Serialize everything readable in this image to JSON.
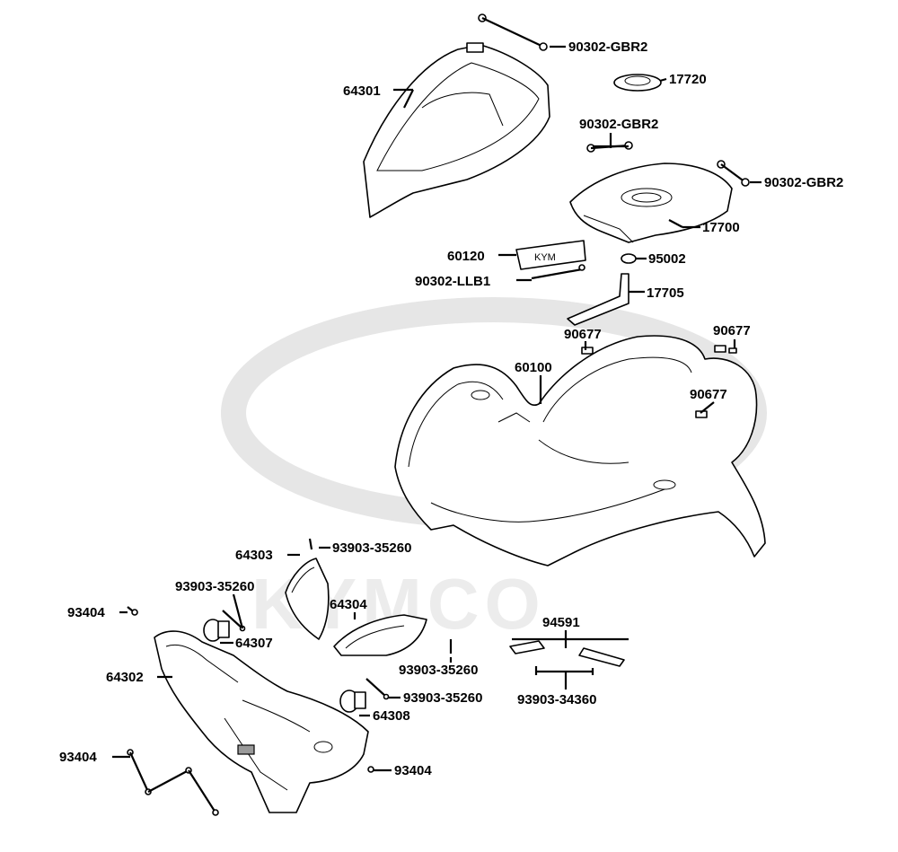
{
  "watermark": {
    "text": "KYMCO"
  },
  "labels": {
    "p90302_gbr2_top": "90302-GBR2",
    "p17720": "17720",
    "p64301": "64301",
    "p90302_gbr2_mid": "90302-GBR2",
    "p90302_gbr2_right": "90302-GBR2",
    "p17700": "17700",
    "p60120": "60120",
    "p95002": "95002",
    "p90302_llb1": "90302-LLB1",
    "p17705": "17705",
    "p90677_a": "90677",
    "p90677_b": "90677",
    "p90677_c": "90677",
    "p60100": "60100",
    "p64303": "64303",
    "p93903_35260_a": "93903-35260",
    "p93903_35260_b": "93903-35260",
    "p64304": "64304",
    "p93404_a": "93404",
    "p64307": "64307",
    "p64302": "64302",
    "p94591": "94591",
    "p93903_35260_c": "93903-35260",
    "p93903_35260_d": "93903-35260",
    "p93903_34360": "93903-34360",
    "p64308": "64308",
    "p93404_b": "93404",
    "p93404_c": "93404"
  }
}
